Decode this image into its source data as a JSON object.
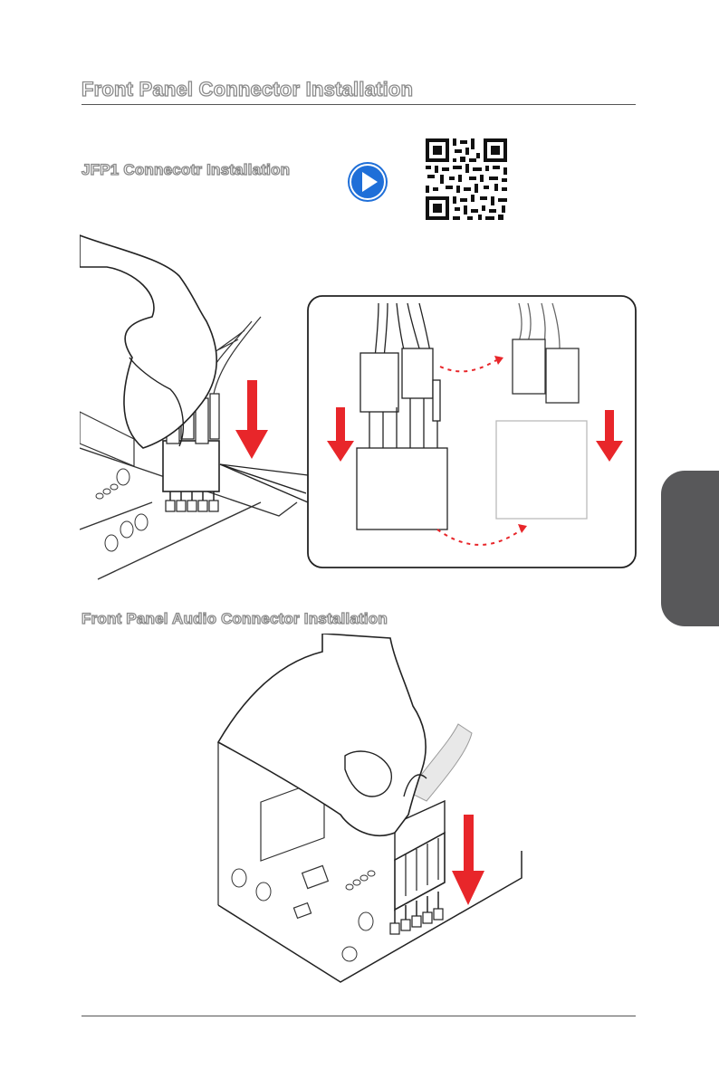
{
  "page": {
    "title": "Front Panel Connector Installation",
    "jfp1_heading": "JFP1 Connecotr Installation",
    "audio_heading": "Front Panel Audio Connector Installation"
  },
  "media": {
    "play_icon": "play-icon",
    "qr_icon": "qr-code-icon"
  },
  "colors": {
    "title_outline": "#8a8a8a",
    "play_button": "#1f6fd8",
    "arrow_red": "#e8262a",
    "side_tab": "#58585a"
  }
}
